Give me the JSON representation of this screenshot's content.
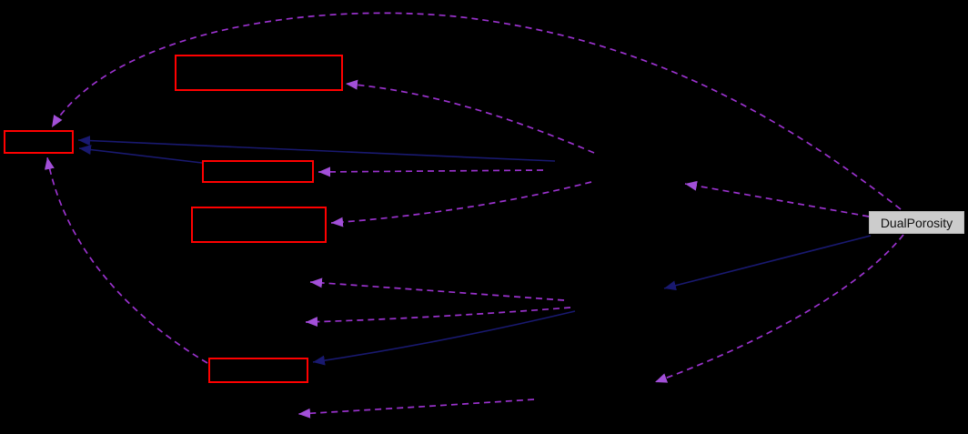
{
  "diagram": {
    "type": "collaboration-graph",
    "label_node": {
      "label": "DualPorosity"
    },
    "colors": {
      "background": "#000000",
      "node_border": "#ff0000",
      "node_fill": "#000000",
      "label_bg": "#cccccc",
      "label_border": "#b9b9b9",
      "label_text": "#111111",
      "solid_edge": "#191970",
      "dashed_edge": "#9a32cd",
      "dashed_arrowhead": "#a24fd8"
    },
    "nodes": [
      {
        "id": "node-top",
        "label": ""
      },
      {
        "id": "node-left",
        "label": ""
      },
      {
        "id": "node-mid-small",
        "label": ""
      },
      {
        "id": "node-mid-large",
        "label": ""
      },
      {
        "id": "node-bottom",
        "label": ""
      },
      {
        "id": "node-dualporosity",
        "label": "DualPorosity"
      }
    ],
    "edges": [
      {
        "name": "arc-dualporosity-to-left-node",
        "style": "dashed"
      },
      {
        "name": "dualporosity-to-hidden-upper",
        "style": "dashed"
      },
      {
        "name": "dualporosity-to-hidden-middle",
        "style": "solid"
      },
      {
        "name": "dualporosity-to-hidden-lower-arc",
        "style": "dashed"
      },
      {
        "name": "hidden-to-top-node",
        "style": "dashed"
      },
      {
        "name": "hidden-to-left-node",
        "style": "solid"
      },
      {
        "name": "mid-small-node-to-left-node",
        "style": "solid"
      },
      {
        "name": "hidden-to-mid-small-node",
        "style": "dashed"
      },
      {
        "name": "hidden-to-mid-large-node",
        "style": "dashed"
      },
      {
        "name": "hidden-to-hidden-upper-left",
        "style": "dashed"
      },
      {
        "name": "hidden-to-hidden-lower-left",
        "style": "dashed"
      },
      {
        "name": "hidden-to-bottom-node",
        "style": "solid"
      },
      {
        "name": "bottom-node-to-left-node-arc",
        "style": "dashed"
      },
      {
        "name": "hidden-to-hidden-bottom",
        "style": "dashed"
      }
    ]
  }
}
